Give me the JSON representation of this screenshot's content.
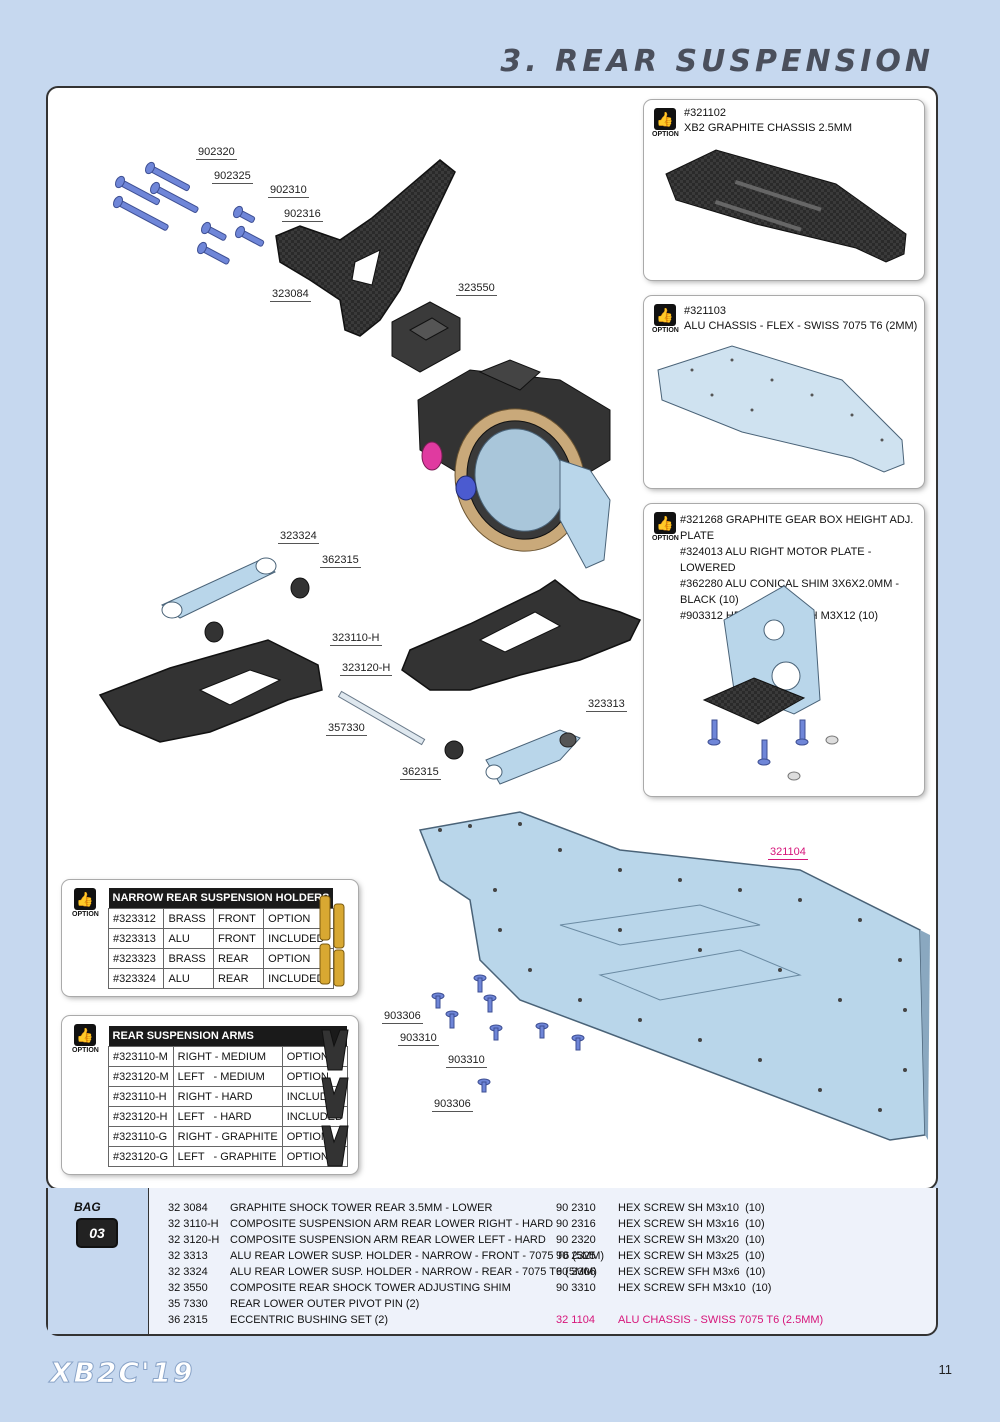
{
  "header": {
    "title": "3. REAR SUSPENSION"
  },
  "labels": {
    "p902320": "902320",
    "p902325": "902325",
    "p902310": "902310",
    "p902316": "902316",
    "p323084": "323084",
    "p323550": "323550",
    "p323324": "323324",
    "p362315a": "362315",
    "p323110h": "323110-H",
    "p323120h": "323120-H",
    "p357330": "357330",
    "p362315b": "362315",
    "p323313": "323313",
    "p321104": "321104",
    "p903306a": "903306",
    "p903310a": "903310",
    "p903310b": "903310",
    "p903306b": "903306"
  },
  "options": {
    "badge_text": "OPTION",
    "box1": {
      "lines": [
        "#321102",
        "XB2 GRAPHITE CHASSIS 2.5MM"
      ]
    },
    "box2": {
      "lines": [
        "#321103",
        "ALU CHASSIS - FLEX - SWISS 7075 T6 (2MM)"
      ]
    },
    "box3": {
      "lines": [
        "#321268 GRAPHITE GEAR BOX HEIGHT ADJ. PLATE",
        "#324013 ALU RIGHT MOTOR PLATE - LOWERED",
        "#362280 ALU CONICAL SHIM 3x6x2.0mm - BLACK (10)",
        "#903312 HEX SCREW SFH M3x12 (10)"
      ]
    }
  },
  "table1": {
    "header": "NARROW REAR SUSPENSION HOLDERS",
    "rows": [
      [
        "#323312",
        "BRASS",
        "FRONT",
        "OPTION"
      ],
      [
        "#323313",
        "ALU",
        "FRONT",
        "INCLUDED"
      ],
      [
        "#323323",
        "BRASS",
        "REAR",
        "OPTION"
      ],
      [
        "#323324",
        "ALU",
        "REAR",
        "INCLUDED"
      ]
    ]
  },
  "table2": {
    "header": "REAR SUSPENSION ARMS",
    "rows": [
      [
        "#323110-M",
        "RIGHT - MEDIUM",
        "OPTION"
      ],
      [
        "#323120-M",
        "LEFT   - MEDIUM",
        "OPTION"
      ],
      [
        "#323110-H",
        "RIGHT - HARD",
        "INCLUDED"
      ],
      [
        "#323120-H",
        "LEFT   - HARD",
        "INCLUDED"
      ],
      [
        "#323110-G",
        "RIGHT - GRAPHITE",
        "OPTION"
      ],
      [
        "#323120-G",
        "LEFT   - GRAPHITE",
        "OPTION"
      ]
    ]
  },
  "bag": {
    "label": "BAG",
    "number": "03"
  },
  "parts_left": [
    [
      "32 3084",
      "GRAPHITE SHOCK TOWER REAR 3.5MM - LOWER"
    ],
    [
      "32 3110-H",
      "COMPOSITE SUSPENSION ARM REAR LOWER RIGHT - HARD"
    ],
    [
      "32 3120-H",
      "COMPOSITE SUSPENSION ARM REAR LOWER LEFT - HARD"
    ],
    [
      "32 3313",
      "ALU REAR LOWER SUSP. HOLDER - NARROW - FRONT - 7075 T6 (5MM)"
    ],
    [
      "32 3324",
      "ALU REAR LOWER SUSP. HOLDER - NARROW - REAR - 7075 T6 (5MM)"
    ],
    [
      "32 3550",
      "COMPOSITE REAR SHOCK TOWER ADJUSTING SHIM"
    ],
    [
      "35 7330",
      "REAR LOWER OUTER PIVOT PIN (2)"
    ],
    [
      "36 2315",
      "ECCENTRIC BUSHING SET (2)"
    ]
  ],
  "parts_right": [
    [
      "90 2310",
      "HEX SCREW SH M3x10  (10)"
    ],
    [
      "90 2316",
      "HEX SCREW SH M3x16  (10)"
    ],
    [
      "90 2320",
      "HEX SCREW SH M3x20  (10)"
    ],
    [
      "90 2325",
      "HEX SCREW SH M3x25  (10)"
    ],
    [
      "90 3306",
      "HEX SCREW SFH M3x6  (10)"
    ],
    [
      "90 3310",
      "HEX SCREW SFH M3x10  (10)"
    ]
  ],
  "parts_highlight": [
    "32 1104",
    "ALU CHASSIS - SWISS 7075 T6 (2.5MM)"
  ],
  "footer": {
    "logo": "XB2C'19",
    "page": "11"
  },
  "colors": {
    "highlight": "#d6157a",
    "background": "#c6d8ef",
    "alu": "#b9d6ea"
  }
}
